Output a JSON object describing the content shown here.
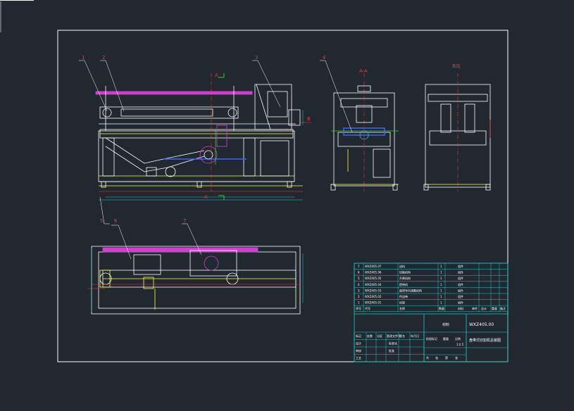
{
  "drawing": {
    "colors": {
      "background": "#212830",
      "frame": "#ffffff",
      "title_block": "#1ec8c8",
      "dimension": "#1ec8c8",
      "center_line": "#ff3030",
      "part_outline": "#ffffff",
      "accent_magenta": "#d040d0",
      "accent_yellow": "#ffff40",
      "accent_blue": "#4060ff",
      "accent_green": "#30d030",
      "balloon": "#ff3030"
    },
    "balloons": [
      "1",
      "2",
      "3",
      "4",
      "5",
      "6",
      "7"
    ],
    "section_labels": {
      "cut_a_top": "A",
      "cut_a_bottom": "A",
      "section_aa": "A-A",
      "view_b": "B向",
      "cut_b": "B"
    },
    "title_block": {
      "drawing_no": "WXZ405.00",
      "name": "盘带式切割机总装图",
      "material": "材料",
      "bom_headers": [
        "序号",
        "代号",
        "名称",
        "数量",
        "材料",
        "单件",
        "总计",
        "重量",
        "备注"
      ],
      "bom_rows": [
        {
          "no": "7",
          "code": "WXZ405.07",
          "name": "送料",
          "qty": "1",
          "mat": "组件"
        },
        {
          "no": "6",
          "code": "WXZ405.06",
          "name": "切割机构",
          "qty": "1",
          "mat": "组件"
        },
        {
          "no": "5",
          "code": "WXZ405.05",
          "name": "升降机构",
          "qty": "1",
          "mat": "组件"
        },
        {
          "no": "4",
          "code": "WXZ405.04",
          "name": "提带机",
          "qty": "1",
          "mat": "组件"
        },
        {
          "no": "3",
          "code": "WXZ405.03",
          "name": "盘带导向调整机构",
          "qty": "1",
          "mat": "组件"
        },
        {
          "no": "2",
          "code": "WXZ405.02",
          "name": "传送带",
          "qty": "1",
          "mat": "组件"
        },
        {
          "no": "1",
          "code": "WXZ405.01",
          "name": "机架",
          "qty": "1",
          "mat": "组件"
        }
      ],
      "sign_rows": [
        "标记",
        "设计",
        "审核",
        "工艺"
      ],
      "sign_cols": [
        "处数",
        "分区",
        "更改文件号",
        "签名",
        "年月日"
      ],
      "mid_labels": [
        "标准化",
        "批准"
      ],
      "stage_labels": [
        "阶段标记",
        "重量",
        "比例"
      ],
      "scale": "1:2.5",
      "sheet_labels": [
        "共",
        "张",
        "第",
        "张"
      ]
    }
  }
}
